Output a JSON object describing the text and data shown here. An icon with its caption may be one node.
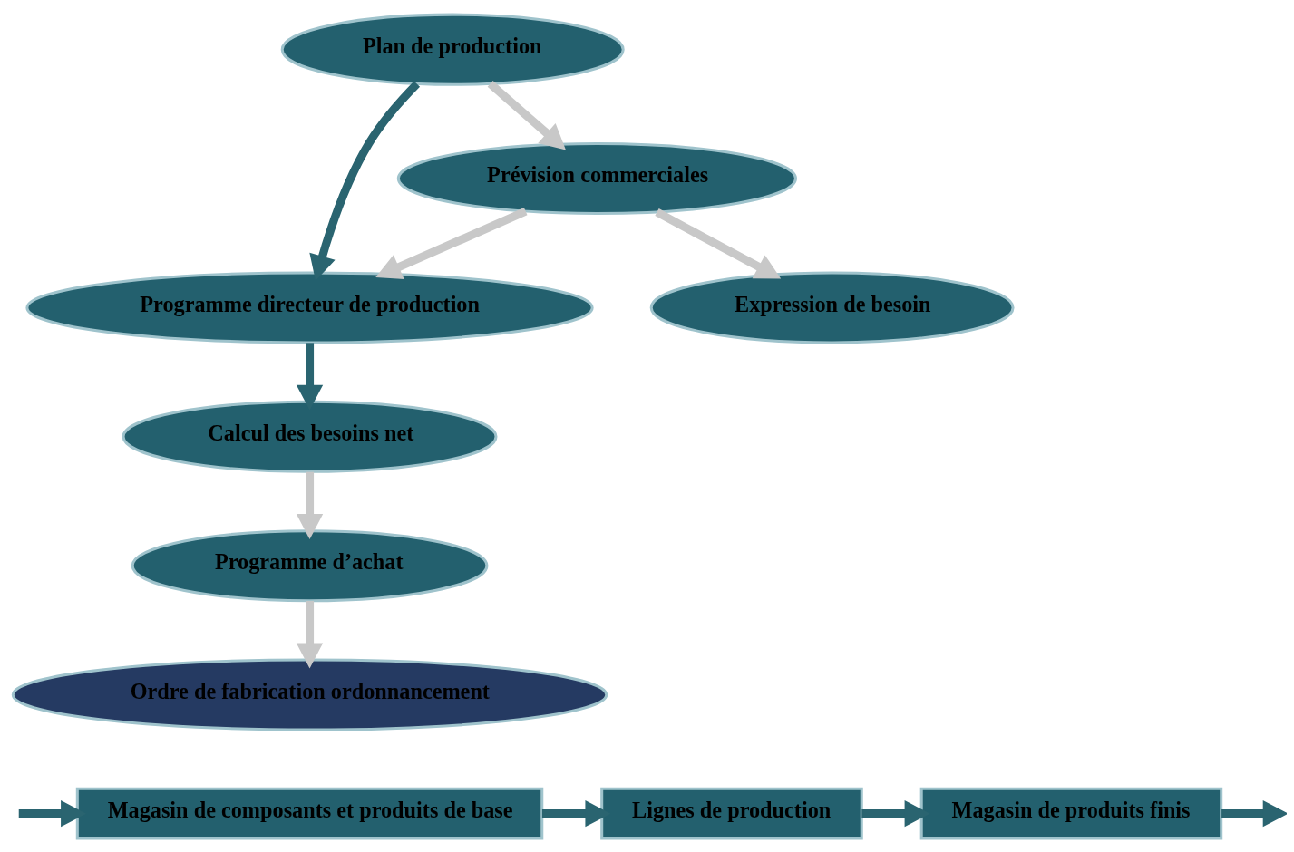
{
  "diagram": {
    "nodes": [
      {
        "text": [
          "Plan de production"
        ]
      },
      {
        "text": [
          "Programme directeur de production"
        ]
      },
      {
        "text": [
          "Prévision commerciales"
        ]
      },
      {
        "text": [
          "Calcul des besoins net"
        ]
      },
      {
        "text": [
          "Programme d’achat"
        ]
      },
      {
        "text": [
          "Expression de besoin"
        ]
      },
      {
        "text": [
          "Ordre de fabrication ordonnancement"
        ]
      },
      {
        "text": [
          "Magasin de composants et produits de base"
        ]
      },
      {
        "text": [
          "Lignes de production"
        ]
      },
      {
        "text": [
          "Magasin de produits finis"
        ]
      }
    ],
    "edges": [
      {
        "from": 0,
        "to": 1,
        "arrow": "to"
      },
      {
        "from": 0,
        "to": 2,
        "arrow": "to",
        "color": "#c8c8c8"
      },
      {
        "from": 2,
        "to": 1,
        "arrow": "to",
        "color": "#c8c8c8"
      },
      {
        "from": 1,
        "to": 3,
        "arrow": "to"
      },
      {
        "from": 3,
        "to": 4,
        "arrow": "to",
        "color": "#c8c8c8"
      },
      {
        "from": 2,
        "to": 5,
        "arrow": "to",
        "color": "#c8c8c8"
      },
      {
        "from": 4,
        "to": 6,
        "arrow": "to",
        "color": "#c8c8c8"
      },
      {
        "from": null,
        "to": 7,
        "arrow": "to"
      },
      {
        "from": 7,
        "to": 8,
        "arrow": "to"
      },
      {
        "from": 8,
        "to": 9,
        "arrow": "to"
      },
      {
        "from": 9,
        "to": null,
        "arrow": "to"
      }
    ]
  }
}
